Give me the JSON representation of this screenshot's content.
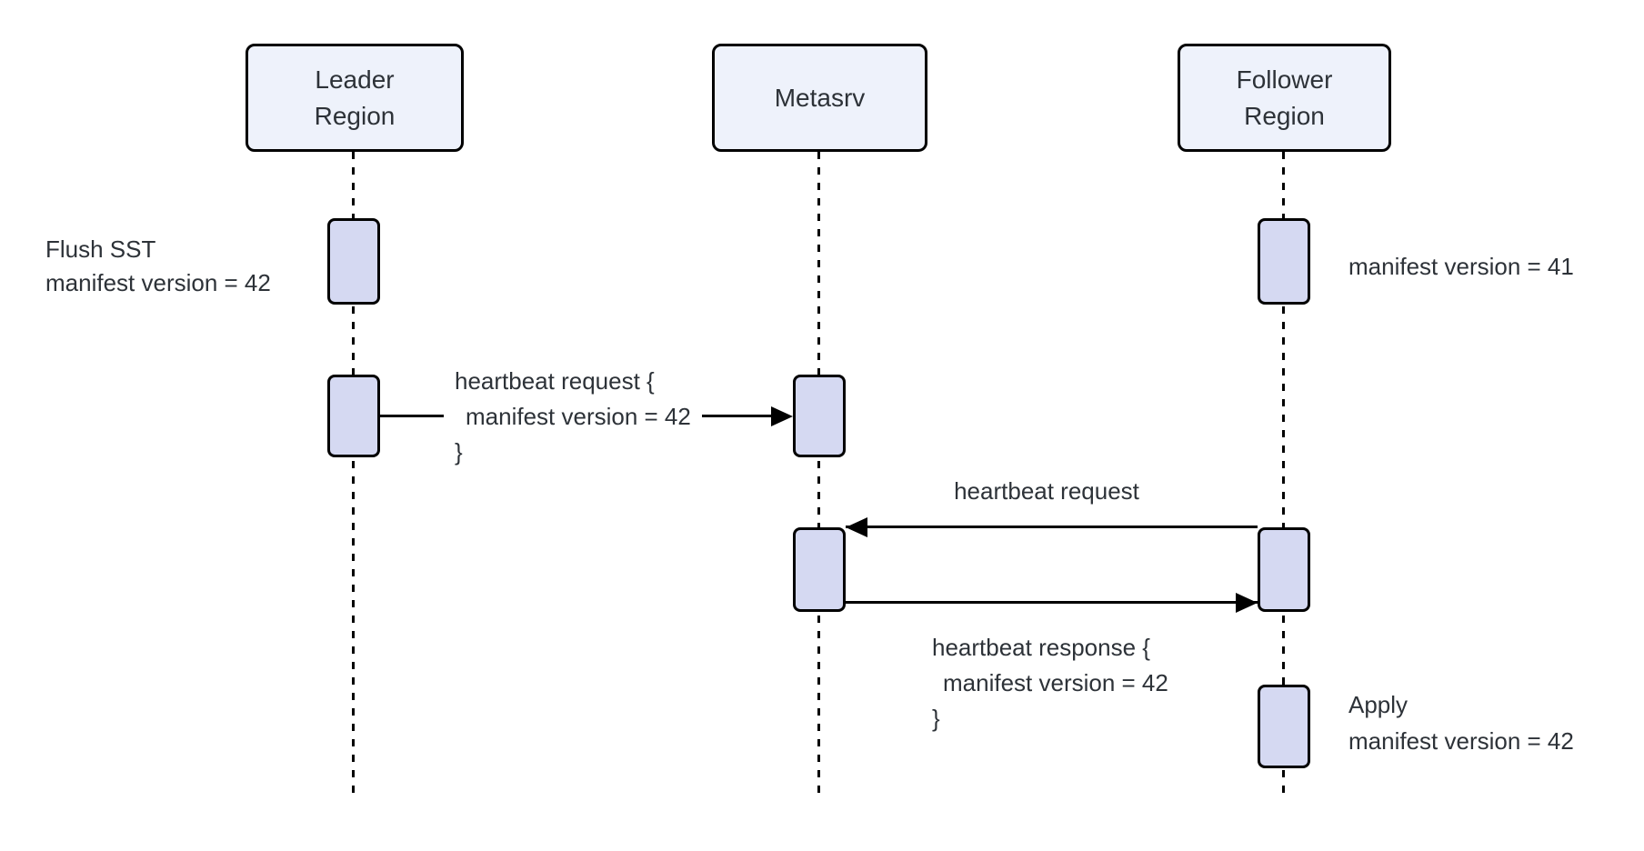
{
  "colors": {
    "background": "#ffffff",
    "participant_fill": "#eef2fb",
    "activation_fill": "#d5d9f2",
    "line": "#000000",
    "text": "#2d3238"
  },
  "participants": [
    {
      "id": "leader-region",
      "lines": [
        "Leader",
        "Region"
      ]
    },
    {
      "id": "metasrv",
      "lines": [
        "Metasrv"
      ]
    },
    {
      "id": "follower-region",
      "lines": [
        "Follower",
        "Region"
      ]
    }
  ],
  "annotations": {
    "flush_sst": {
      "lines": [
        "Flush SST",
        "manifest version = 42"
      ]
    },
    "manifest_v41": {
      "lines": [
        "manifest version = 41"
      ]
    },
    "apply": {
      "lines": [
        "Apply",
        "manifest version = 42"
      ]
    }
  },
  "messages": {
    "heartbeat_request_payload": {
      "lines": [
        "heartbeat request {",
        "manifest version = 42",
        "}"
      ]
    },
    "heartbeat_request": {
      "lines": [
        "heartbeat request"
      ]
    },
    "heartbeat_response_payload": {
      "lines": [
        "heartbeat response {",
        "manifest version = 42",
        "}"
      ]
    }
  }
}
